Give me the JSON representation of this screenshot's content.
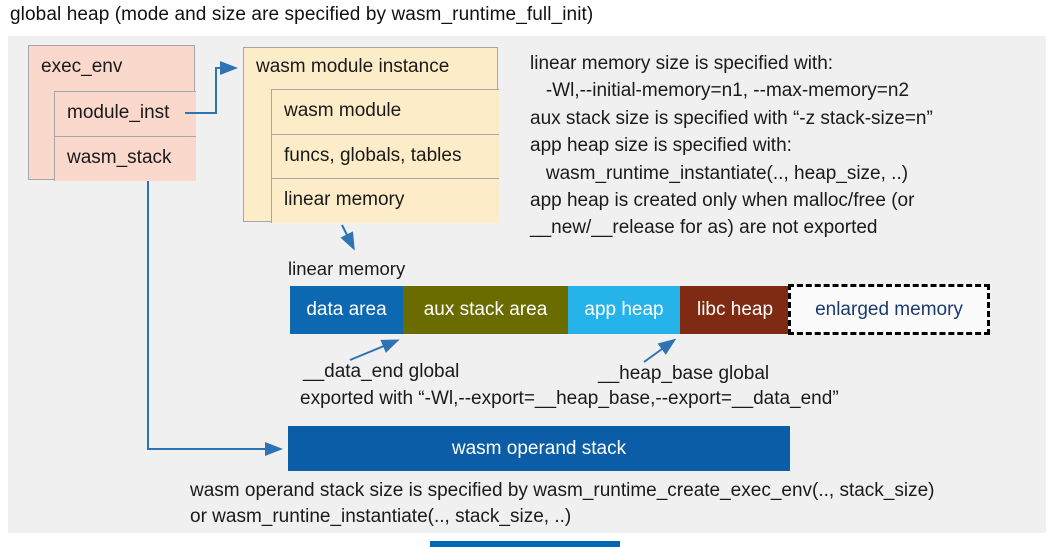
{
  "title": "global heap (mode and size are specified by wasm_runtime_full_init)",
  "exec_env": {
    "header": "exec_env",
    "fields": [
      "module_inst",
      "wasm_stack"
    ]
  },
  "module_instance": {
    "header": "wasm module instance",
    "fields": [
      "wasm module",
      "funcs, globals, tables",
      "linear memory"
    ]
  },
  "notes_right": {
    "lines": [
      "linear memory size is specified with:",
      "   -Wl,--initial-memory=n1, --max-memory=n2",
      "aux stack size is specified with “-z stack-size=n”",
      "app heap size is specified with:",
      "   wasm_runtime_instantiate(.., heap_size, ..)",
      "app heap is created only when malloc/free (or",
      "__new/__release for as) are not exported"
    ]
  },
  "linear_memory": {
    "label": "linear memory",
    "segments": [
      {
        "label": "data area",
        "color": "#0c69b1"
      },
      {
        "label": "aux stack area",
        "color": "#6b6c00"
      },
      {
        "label": "app heap",
        "color": "#25b3ea"
      },
      {
        "label": "libc heap",
        "color": "#7f2a12"
      },
      {
        "label": "enlarged memory",
        "color": "#fbfbfb",
        "text_color": "#1c3a6e",
        "border": "dashed"
      }
    ],
    "data_end_label": "__data_end global",
    "heap_base_label": "__heap_base global",
    "exported_line": "exported with “-Wl,--export=__heap_base,--export=__data_end”"
  },
  "operand_stack": {
    "label": "wasm operand stack",
    "note_lines": [
      "wasm operand stack size is specified by wasm_runtime_create_exec_env(.., stack_size)",
      "or wasm_runtine_instantiate(.., stack_size, ..)"
    ]
  },
  "colors": {
    "panel_bg": "#f0f0f1",
    "exec_env_fill": "#fad8cc",
    "module_instance_fill": "#fdecc8",
    "border_gray": "#a6a6a6",
    "arrow_blue": "#2e74b5",
    "operand_stack_fill": "#0b5da7",
    "footer_strip": "#0068b5",
    "enlarged_memory_text": "#1c3a6e"
  }
}
